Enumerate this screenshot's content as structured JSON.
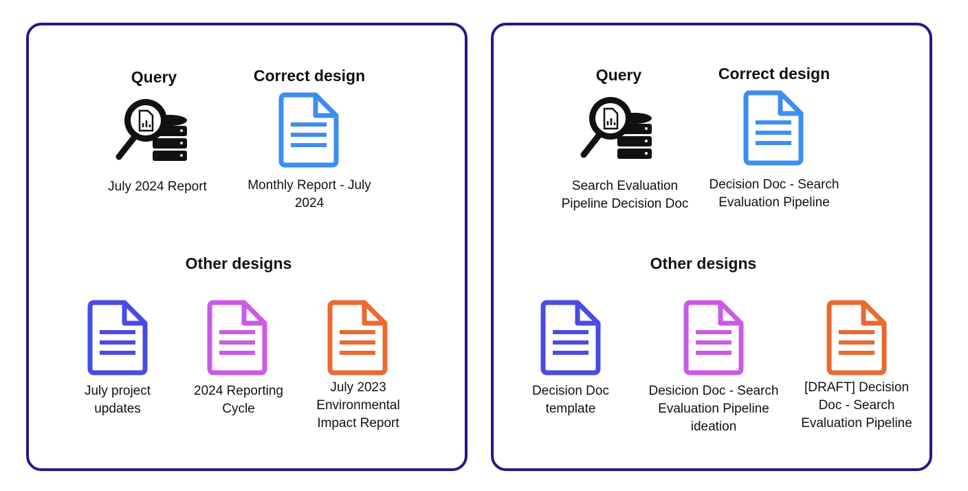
{
  "colors": {
    "frame": "#23188a",
    "correct": "#3d8ef0",
    "other_1": "#4a4ae4",
    "other_2": "#cb5ae8",
    "other_3": "#ea6a30"
  },
  "icons": {
    "query": "magnifier-database-icon",
    "document": "document-icon"
  },
  "panels": [
    {
      "query_heading": "Query",
      "correct_heading": "Correct design",
      "query_label": "July 2024 Report",
      "correct_label": "Monthly Report - July 2024",
      "other_heading": "Other designs",
      "others": [
        {
          "label": "July project updates"
        },
        {
          "label": "2024 Reporting Cycle"
        },
        {
          "label": "July 2023 Environmental Impact Report"
        }
      ]
    },
    {
      "query_heading": "Query",
      "correct_heading": "Correct design",
      "query_label": "Search Evaluation Pipeline Decision Doc",
      "correct_label": "Decision Doc - Search Evaluation Pipeline",
      "other_heading": "Other designs",
      "others": [
        {
          "label": "Decision Doc template"
        },
        {
          "label": "Desicion Doc - Search Evaluation Pipeline ideation"
        },
        {
          "label": "[DRAFT] Decision Doc - Search Evaluation Pipeline"
        }
      ]
    }
  ]
}
